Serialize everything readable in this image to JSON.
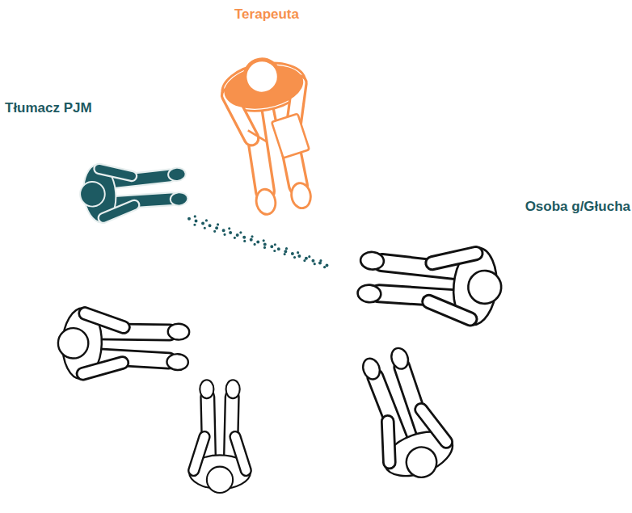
{
  "diagram": {
    "nodes": [
      {
        "text": [
          "Terapeuta"
        ]
      },
      {
        "text": [
          "Tłumacz PJM"
        ]
      },
      {
        "text": [
          "Osoba g/Głucha"
        ]
      }
    ],
    "edges": [
      {
        "from": 1,
        "to": 2,
        "arrow": "none"
      }
    ]
  }
}
